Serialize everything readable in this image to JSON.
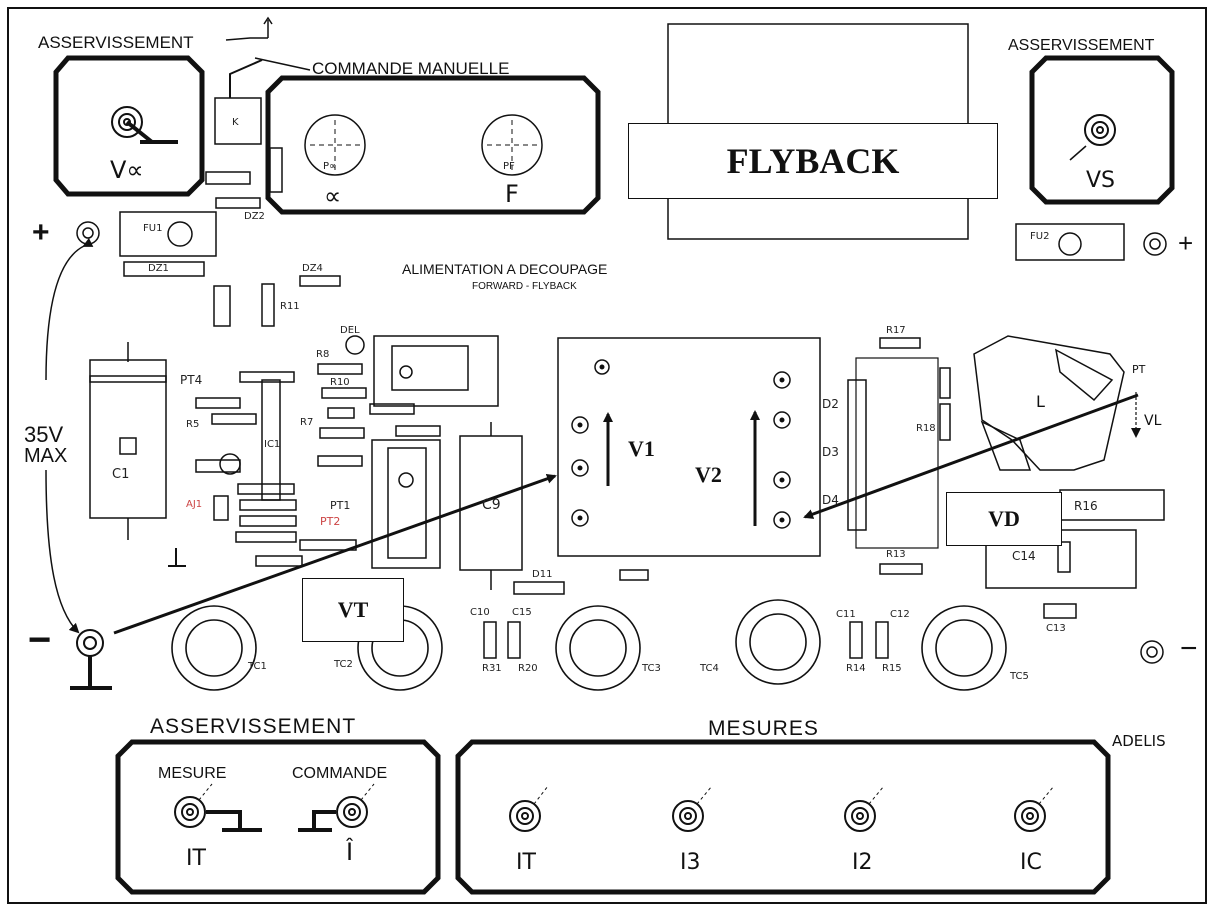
{
  "top": {
    "asserv_left_label": "ASSERVISSEMENT",
    "commande_manuelle_label": "COMMANDE MANUELLE",
    "v_alpha_label": "V∝",
    "alpha_label": "∝",
    "f_label": "F",
    "p_alpha_label": "P∝",
    "p_f_label": "PF",
    "k_label": "K",
    "asserv_right_label": "ASSERVISSEMENT",
    "vs_label": "VS",
    "flyback_label": "FLYBACK",
    "fu1_label": "FU1",
    "fu2_label": "FU2",
    "plus_right": "+",
    "plus_left": "+"
  },
  "title": {
    "main": "ALIMENTATION A DECOUPAGE",
    "sub": "FORWARD - FLYBACK"
  },
  "left": {
    "voltage": "35V",
    "max": "MAX",
    "minus_left": "−",
    "minus_right": "−"
  },
  "annotations": {
    "v1": "V1",
    "v2": "V2",
    "vt": "VT",
    "vd": "VD",
    "vl": "VL",
    "pt": "PT"
  },
  "components": {
    "c1": "C1",
    "c9": "C9",
    "c14": "C14",
    "c13": "C13",
    "l": "L",
    "d2": "D2",
    "d3": "D3",
    "d4": "D4",
    "d11": "D11",
    "r16": "R16",
    "r17": "R17",
    "r18": "R18",
    "r13": "R13",
    "pt4": "PT4",
    "pt1": "PT1",
    "pt2": "PT2",
    "aj1": "AJ1",
    "r11": "R11",
    "r8": "R8",
    "r10": "R10",
    "r7": "R7",
    "r5": "R5",
    "ic1": "IC1",
    "dz4": "DZ4",
    "dz1": "DZ1",
    "dz2": "DZ2",
    "del": "DEL",
    "tc1": "TC1",
    "tc2": "TC2",
    "tc3": "TC3",
    "tc4": "TC4",
    "tc5": "TC5",
    "c10": "C10",
    "c15": "C15",
    "c11": "C11",
    "c12": "C12",
    "r31": "R31",
    "r20": "R20",
    "r14": "R14",
    "r15": "R15"
  },
  "bottom": {
    "asserv_label": "ASSERVISSEMENT",
    "mesure_label": "MESURE",
    "commande_label": "COMMANDE",
    "it_left": "IT",
    "i_hat": "Î",
    "mesures_label": "MESURES",
    "adelis": "ADELIS",
    "it": "IT",
    "i3": "I3",
    "i2": "I2",
    "ic": "IC"
  }
}
